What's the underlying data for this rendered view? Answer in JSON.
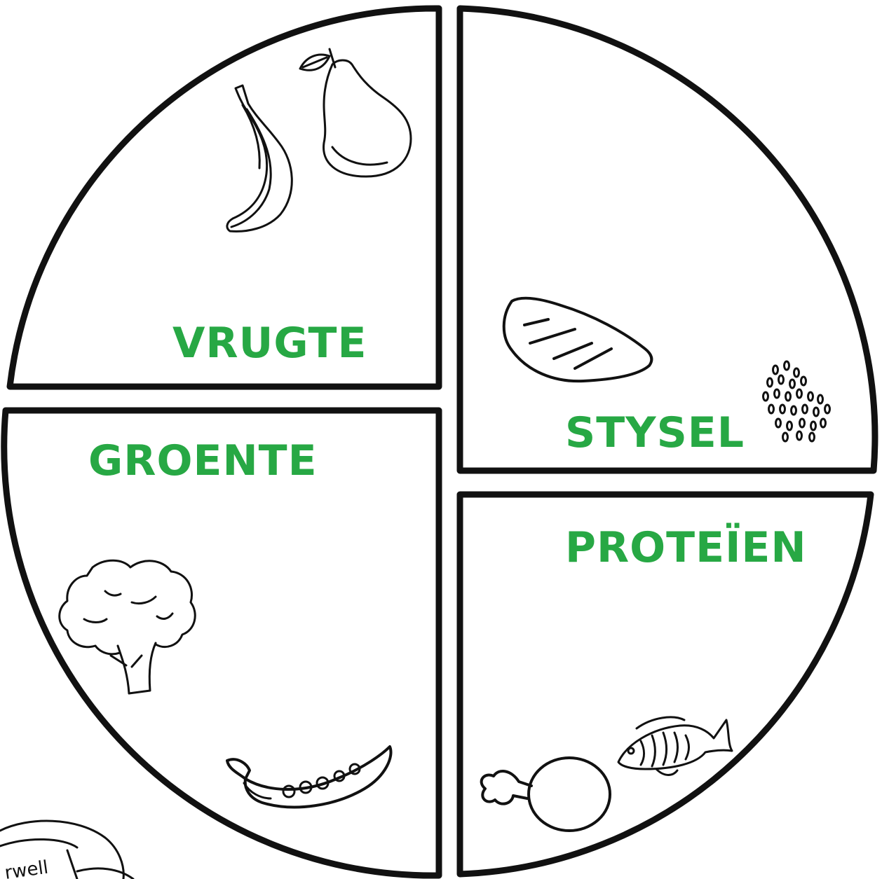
{
  "plate": {
    "label_color": "#27a844",
    "outline_color": "#111111",
    "quadrants": [
      {
        "id": "fruit",
        "label": "VRUGTE",
        "icons": [
          "banana-icon",
          "pear-icon"
        ]
      },
      {
        "id": "starch",
        "label": "STYSEL",
        "icons": [
          "bread-icon",
          "rice-grains-icon"
        ]
      },
      {
        "id": "vegetables",
        "label": "GROENTE",
        "icons": [
          "broccoli-icon",
          "pea-pod-icon"
        ]
      },
      {
        "id": "protein",
        "label": "PROTEÏEN",
        "icons": [
          "chicken-drumstick-icon",
          "fish-icon"
        ]
      }
    ]
  },
  "brand_logo": {
    "text": "rwell"
  }
}
